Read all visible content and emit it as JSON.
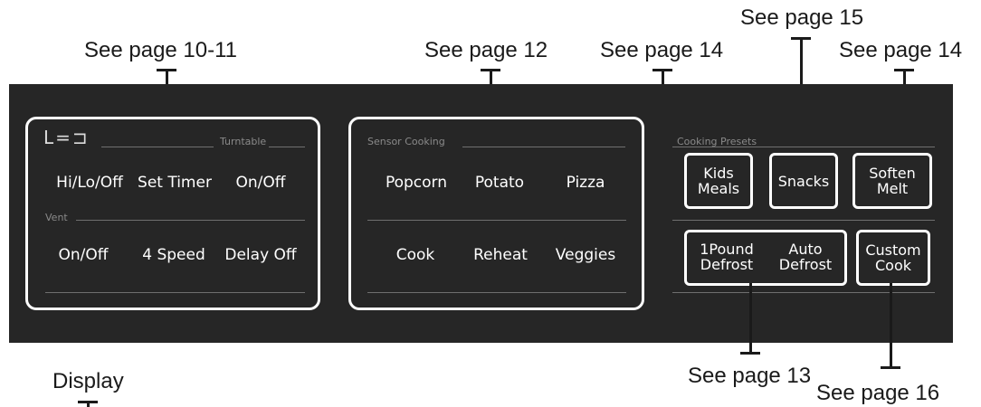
{
  "callouts": {
    "page_10_11": "See page 10-11",
    "page_12": "See page 12",
    "page_14_left": "See page 14",
    "page_15": "See page 15",
    "page_14_right": "See page 14",
    "page_13": "See page 13",
    "page_16": "See page 16",
    "display": "Display"
  },
  "left_group": {
    "display_glyph": "L=⊐",
    "turntable_label": "Turntable",
    "row1": [
      "Hi/Lo/Off",
      "Set Timer",
      "On/Off"
    ],
    "vent_label": "Vent",
    "row2": [
      "On/Off",
      "4 Speed",
      "Delay Off"
    ]
  },
  "sensor_group": {
    "label": "Sensor Cooking",
    "row1": [
      "Popcorn",
      "Potato",
      "Pizza"
    ],
    "row2": [
      "Cook",
      "Reheat",
      "Veggies"
    ]
  },
  "presets": {
    "label": "Cooking Presets",
    "kids_line1": "Kids",
    "kids_line2": "Meals",
    "snacks": "Snacks",
    "soften_line1": "Soften",
    "soften_line2": "Melt",
    "defrost1_line1": "1Pound",
    "defrost1_line2": "Defrost",
    "defrost2_line1": "Auto",
    "defrost2_line2": "Defrost",
    "custom_line1": "Custom",
    "custom_line2": "Cook"
  },
  "colors": {
    "panel": "#262626",
    "key_text": "#ffffff",
    "section_label": "#8a8a8a",
    "callout_text": "#1a1a1a"
  }
}
